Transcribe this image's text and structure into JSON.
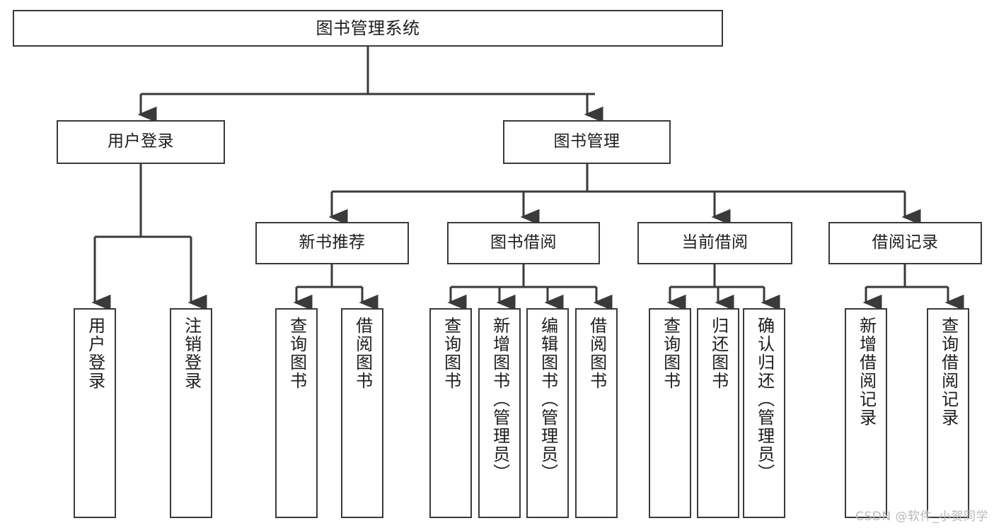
{
  "diagram": {
    "type": "tree-hierarchy-chart",
    "title": "图书管理系统",
    "background_color": "#ffffff",
    "stroke_color": "#3a3a3a",
    "text_color": "#1d1d1d"
  },
  "root": {
    "label": "图书管理系统"
  },
  "level2": [
    {
      "label": "用户登录"
    },
    {
      "label": "图书管理"
    }
  ],
  "level3": [
    {
      "label": "新书推荐"
    },
    {
      "label": "图书借阅"
    },
    {
      "label": "当前借阅"
    },
    {
      "label": "借阅记录"
    }
  ],
  "leaves": {
    "user_login": [
      {
        "label": "用户登录"
      },
      {
        "label": "注销登录"
      }
    ],
    "new_book": [
      {
        "label": "查询图书"
      },
      {
        "label": "借阅图书"
      }
    ],
    "book_borrow": [
      {
        "label": "查询图书"
      },
      {
        "label": "新增图书（管理员）"
      },
      {
        "label": "编辑图书（管理员）"
      },
      {
        "label": "借阅图书"
      }
    ],
    "current_borrow": [
      {
        "label": "查询图书"
      },
      {
        "label": "归还图书"
      },
      {
        "label": "确认归还（管理员）"
      }
    ],
    "borrow_record": [
      {
        "label": "新增借阅记录"
      },
      {
        "label": "查询借阅记录"
      }
    ]
  },
  "watermark": {
    "text": "CSDN @软件_小贺同学"
  }
}
